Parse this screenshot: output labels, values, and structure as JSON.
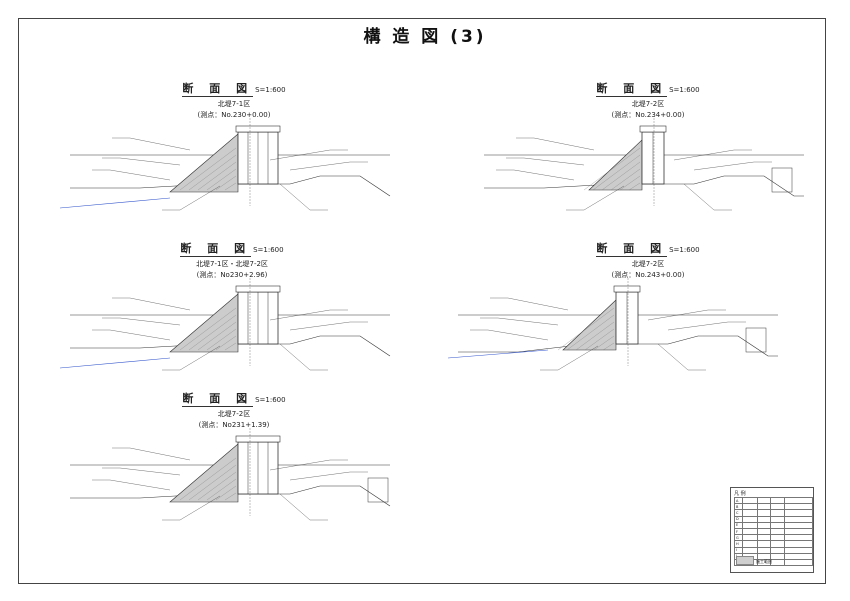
{
  "page": {
    "title": "構 造 図 (3)"
  },
  "sections": [
    {
      "title": "断 面 図",
      "scale": "S=1:600",
      "sub": "北堤7-1区",
      "station": "(測点：No.230+0.00)"
    },
    {
      "title": "断 面 図",
      "scale": "S=1:600",
      "sub": "北堤7-2区",
      "station": "(測点：No.234+0.00)"
    },
    {
      "title": "断 面 図",
      "scale": "S=1:600",
      "sub": "北堤7-1区・北堤7-2区",
      "station": "(測点：No230+2.96)"
    },
    {
      "title": "断 面 図",
      "scale": "S=1:600",
      "sub": "北堤7-2区",
      "station": "(測点：No.243+0.00)"
    },
    {
      "title": "断 面 図",
      "scale": "S=1:600",
      "sub": "北堤7-2区",
      "station": "(測点：No231+1.39)"
    }
  ],
  "legend": {
    "title": "凡 例",
    "rows": [
      [
        "A",
        "",
        "",
        ""
      ],
      [
        "B",
        "",
        "",
        ""
      ],
      [
        "C",
        "",
        "",
        ""
      ],
      [
        "D",
        "",
        "",
        ""
      ],
      [
        "E",
        "",
        "",
        ""
      ],
      [
        "F",
        "",
        "",
        ""
      ],
      [
        "G",
        "",
        "",
        ""
      ],
      [
        "H",
        "",
        "",
        ""
      ],
      [
        "I",
        "",
        "",
        ""
      ],
      [
        "J",
        "",
        "",
        ""
      ],
      [
        "K",
        "",
        "",
        ""
      ]
    ],
    "swatch_label": "施工範囲"
  },
  "colors": {
    "line": "#333333",
    "fill": "#cccccc",
    "water": "#3355cc"
  }
}
